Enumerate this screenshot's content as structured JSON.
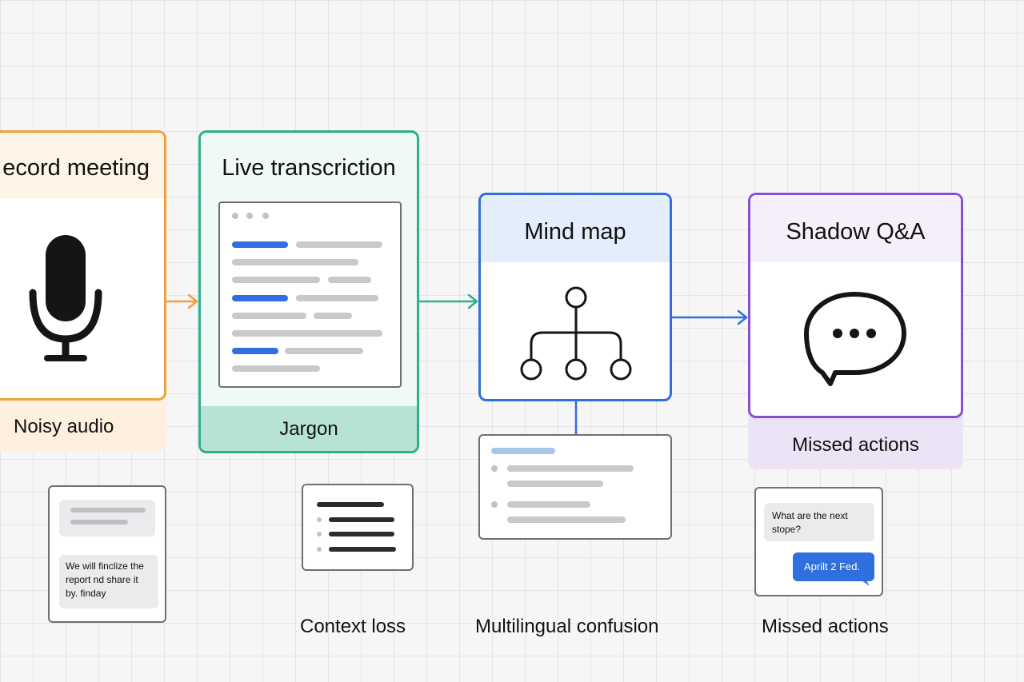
{
  "stages": {
    "record": {
      "title": "ecord meeting",
      "caption": "Noisy audio",
      "color": "#f0a23a"
    },
    "transcription": {
      "title": "Live transcriction",
      "caption": "Jargon",
      "color": "#2fae8e"
    },
    "mindmap": {
      "title": "Mind map",
      "color": "#2f6fe0"
    },
    "shadow": {
      "title": "Shadow Q&A",
      "caption": "Missed actions",
      "color": "#8a4fd1"
    }
  },
  "bottom_captions": {
    "context_loss": "Context loss",
    "multilingual": "Multilingual confusion",
    "missed_actions": "Missed actions"
  },
  "chat_card_left": {
    "message": "We will finclize the report nd share it by. finday"
  },
  "chat_card_right": {
    "question": "What are the next stope?",
    "answer": "Aprilt 2 Fed."
  },
  "icons": [
    "microphone-icon",
    "tree-icon",
    "chat-bubble-icon"
  ]
}
